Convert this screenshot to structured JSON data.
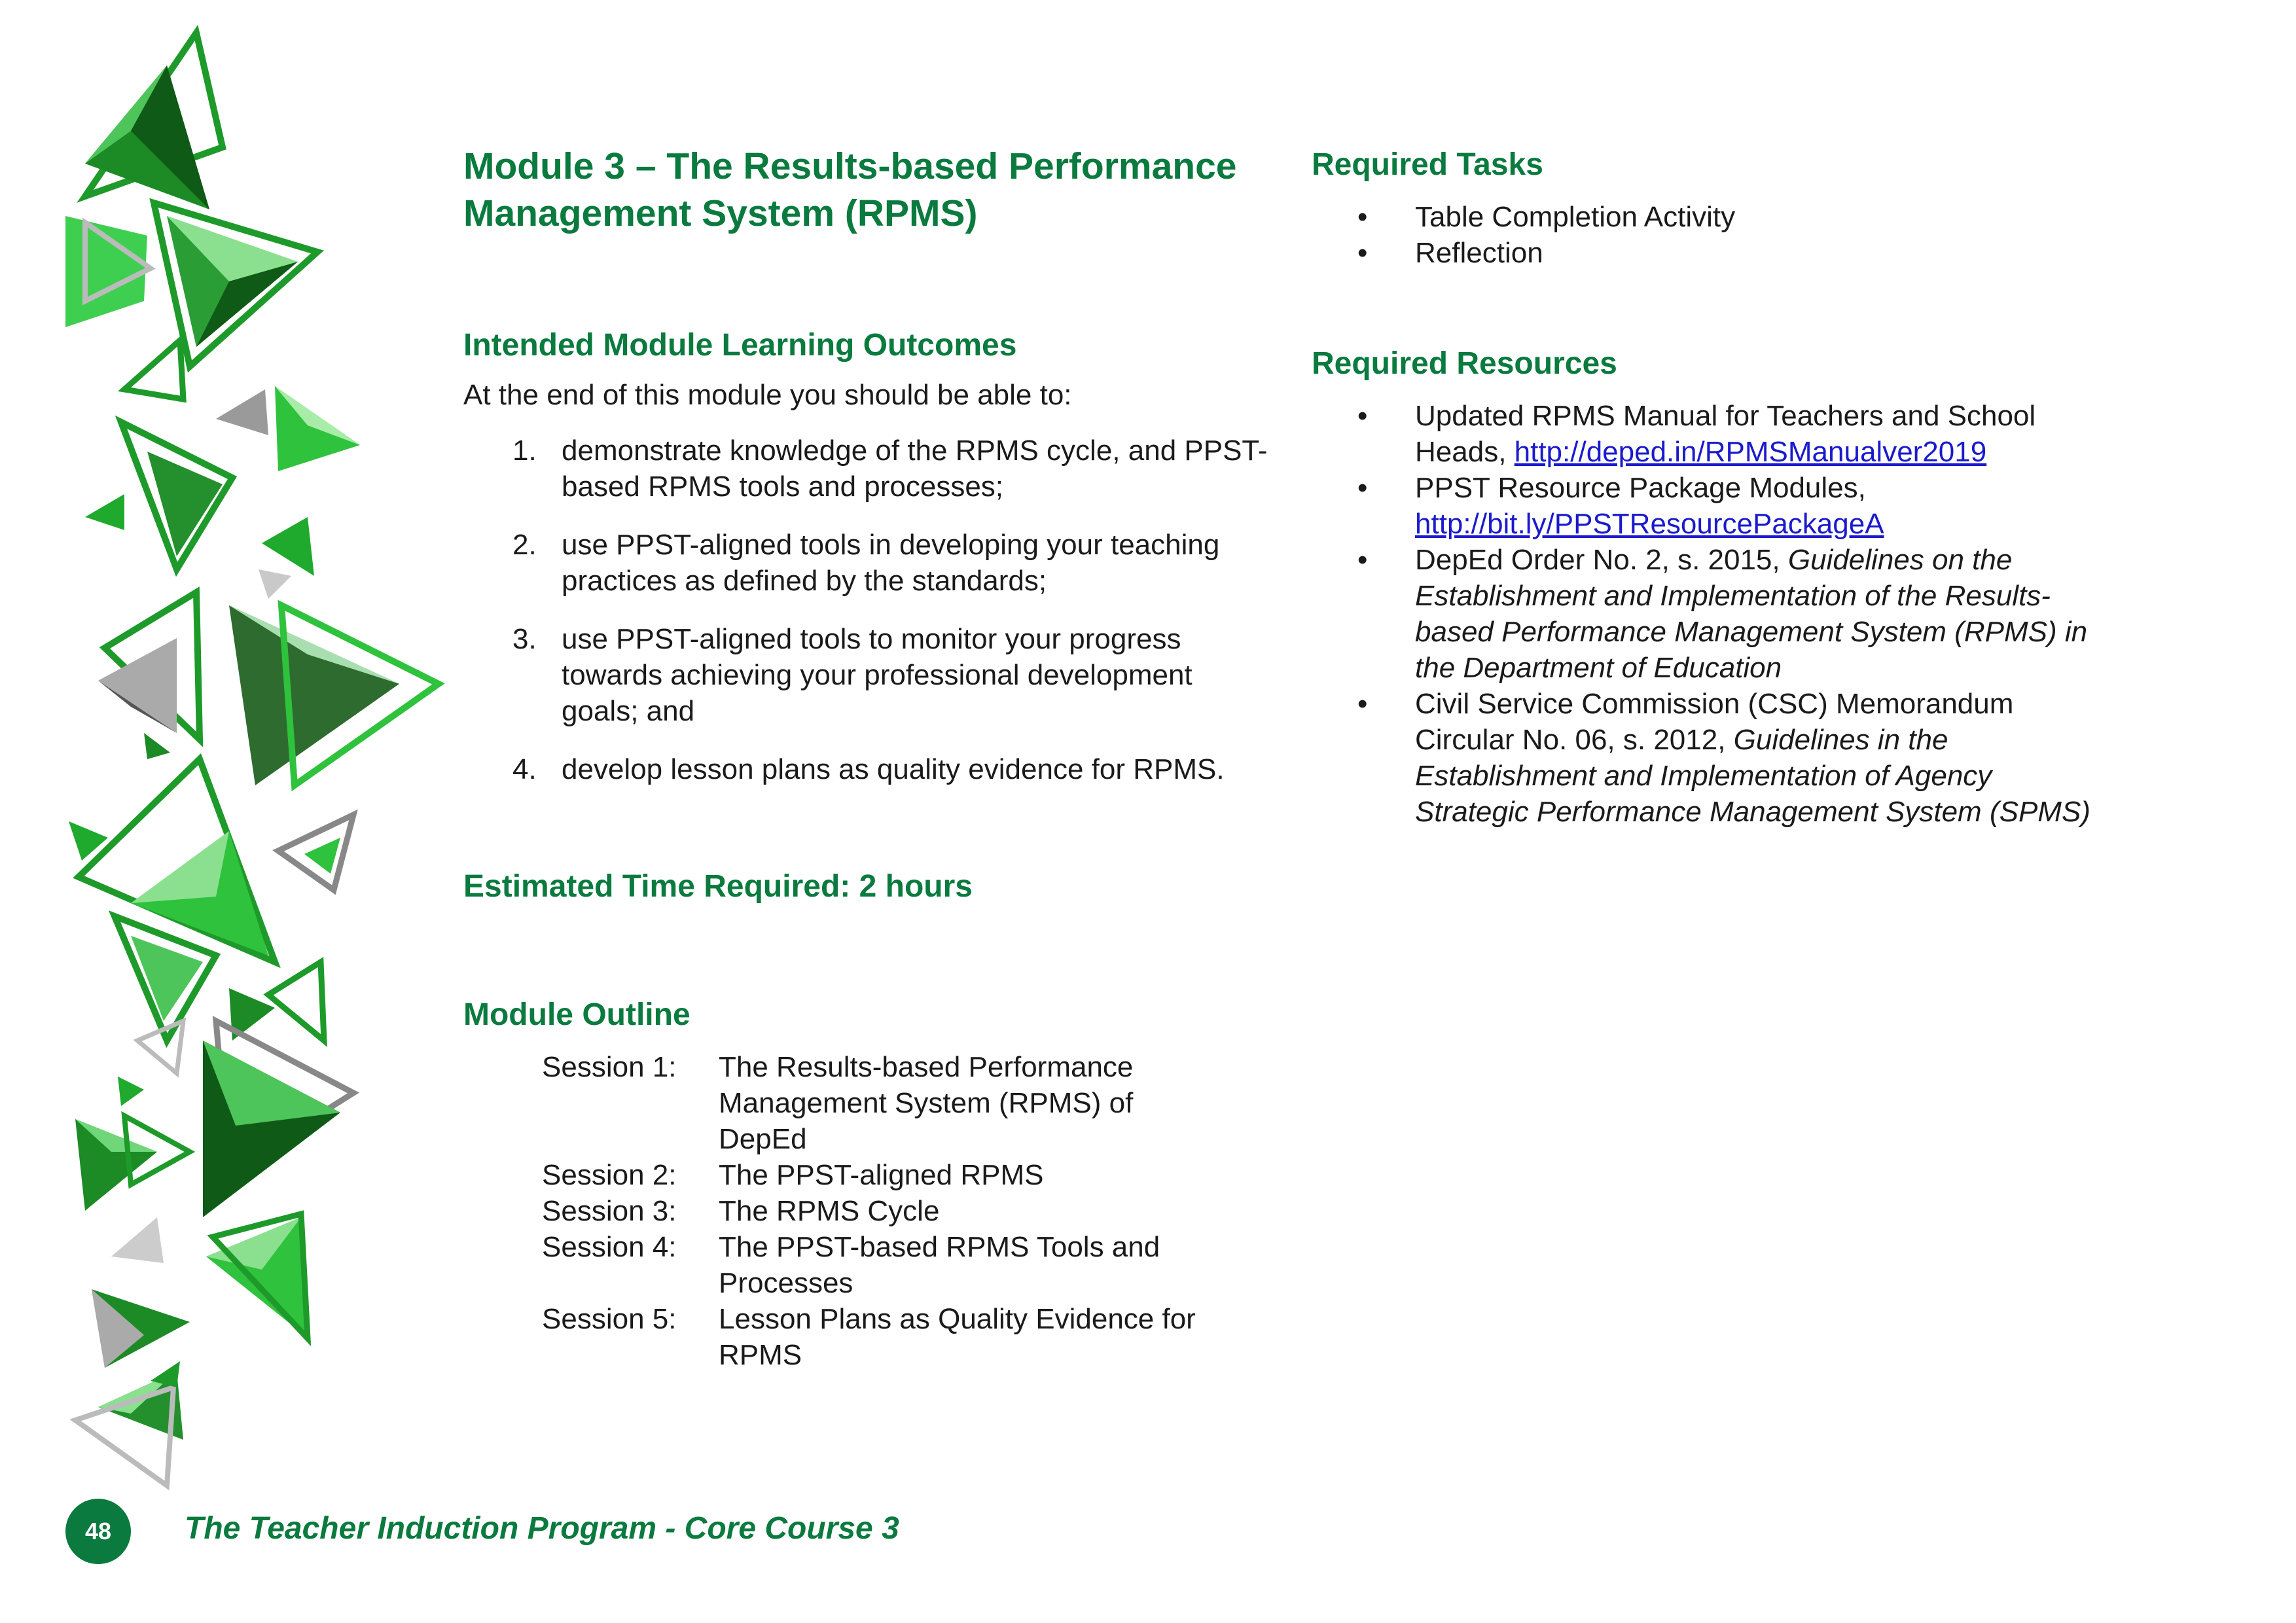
{
  "page": {
    "title_line1": "Module 3 – The Results-based Performance",
    "title_line2": "Management System (RPMS)"
  },
  "outcomes": {
    "heading": "Intended Module Learning Outcomes",
    "intro": "At the end of this module you should be able to:",
    "items": [
      {
        "num": "1.",
        "text": "demonstrate knowledge of the RPMS cycle, and PPST-based RPMS tools and processes;"
      },
      {
        "num": "2.",
        "text": "use PPST-aligned tools in developing your teaching practices as defined by the standards;"
      },
      {
        "num": "3.",
        "text": "use PPST-aligned tools to monitor your progress towards achieving your professional development goals; and"
      },
      {
        "num": "4.",
        "text": "develop lesson plans as quality evidence for RPMS."
      }
    ]
  },
  "time": {
    "heading": "Estimated Time Required: 2 hours"
  },
  "outline": {
    "heading": "Module Outline",
    "sessions": [
      {
        "label": "Session 1:",
        "title": "The Results-based Performance Management System (RPMS) of DepEd"
      },
      {
        "label": "Session 2:",
        "title": "The PPST-aligned RPMS"
      },
      {
        "label": "Session 3:",
        "title": "The RPMS Cycle"
      },
      {
        "label": "Session 4:",
        "title": "The PPST-based RPMS Tools and Processes"
      },
      {
        "label": "Session 5:",
        "title": "Lesson Plans as Quality Evidence for RPMS"
      }
    ]
  },
  "tasks": {
    "heading": "Required Tasks",
    "bullet": "•",
    "items": [
      "Table Completion Activity",
      "Reflection"
    ]
  },
  "resources": {
    "heading": "Required Resources",
    "bullet": "•",
    "items": [
      {
        "text": "Updated RPMS Manual for Teachers and School Heads, ",
        "link": "http://deped.in/RPMSManualver2019"
      },
      {
        "text": "PPST Resource Package Modules, ",
        "link": "http://bit.ly/PPSTResourcePackageA"
      },
      {
        "text": "DepEd Order No. 2, s. 2015, ",
        "italic": "Guidelines on the Establishment and Implementation of the Results-based Performance Management System (RPMS) in the Department of Education"
      },
      {
        "text": "Civil Service Commission (CSC) Memorandum Circular No. 06, s. 2012, ",
        "italic": "Guidelines in the Establishment and Implementation of Agency Strategic Performance Management System (SPMS)"
      }
    ]
  },
  "footer": {
    "page_number": "48",
    "title": "The Teacher Induction Program - Core Course 3"
  },
  "colors": {
    "heading_green": "#0a7a3e",
    "link_blue": "#1a1acc"
  },
  "decoration": {
    "icon": "green-triangle-pattern"
  }
}
